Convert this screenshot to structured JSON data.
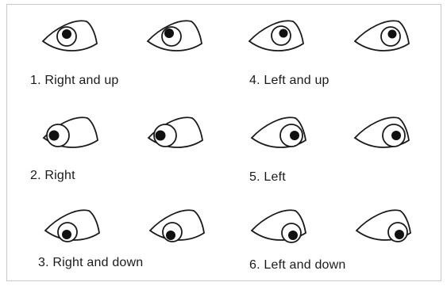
{
  "panels": [
    {
      "label": "1. Right and up",
      "gaze": "right-up",
      "eyes": [
        "left-eye",
        "right-eye"
      ]
    },
    {
      "label": "2. Right",
      "gaze": "right",
      "eyes": [
        "left-eye",
        "right-eye"
      ]
    },
    {
      "label": "3. Right and down",
      "gaze": "right-down",
      "eyes": [
        "left-eye",
        "right-eye"
      ]
    },
    {
      "label": "4. Left and up",
      "gaze": "left-up",
      "eyes": [
        "left-eye",
        "right-eye"
      ]
    },
    {
      "label": "5. Left",
      "gaze": "left",
      "eyes": [
        "left-eye",
        "right-eye"
      ]
    },
    {
      "label": "6. Left and down",
      "gaze": "left-down",
      "eyes": [
        "left-eye",
        "right-eye"
      ]
    }
  ],
  "colors": {
    "stroke": "#1a1a1a",
    "pupil": "#111111",
    "border": "#c9c9c9",
    "background": "#ffffff"
  }
}
